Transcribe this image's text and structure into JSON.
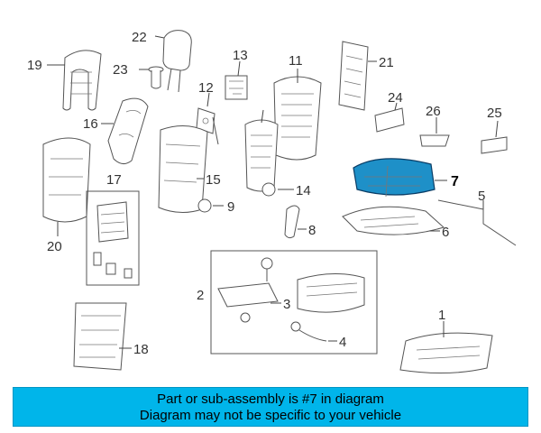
{
  "colors": {
    "banner_bg": "#00b5ea",
    "highlight_part": "#1e90c8",
    "line": "#555555"
  },
  "callouts": {
    "c1": "1",
    "c2": "2",
    "c3": "3",
    "c4": "4",
    "c5": "5",
    "c6": "6",
    "c7": "7",
    "c8": "8",
    "c9": "9",
    "c11": "11",
    "c12": "12",
    "c13": "13",
    "c14": "14",
    "c15": "15",
    "c16": "16",
    "c17": "17",
    "c18": "18",
    "c19": "19",
    "c20": "20",
    "c21": "21",
    "c22": "22",
    "c23": "23",
    "c24": "24",
    "c25": "25",
    "c26": "26"
  },
  "highlighted_part": "7",
  "banner": {
    "line1": "Part or sub-assembly is #7 in diagram",
    "line2": "Diagram may not be specific to your vehicle"
  }
}
